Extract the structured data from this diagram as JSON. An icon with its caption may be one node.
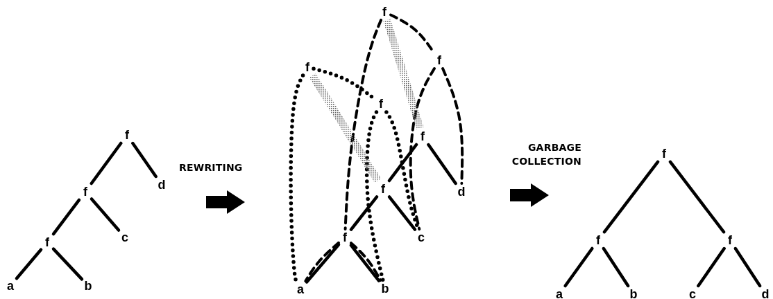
{
  "diagram": {
    "nodes": [
      {
        "text": [
          "f"
        ]
      },
      {
        "text": [
          "f"
        ]
      },
      {
        "text": [
          "d"
        ]
      },
      {
        "text": [
          "f"
        ]
      },
      {
        "text": [
          "c"
        ]
      },
      {
        "text": [
          "a"
        ]
      },
      {
        "text": [
          "b"
        ]
      },
      {
        "text": [
          "f"
        ]
      },
      {
        "text": [
          "f"
        ]
      },
      {
        "text": [
          "f"
        ]
      },
      {
        "text": [
          "f"
        ]
      },
      {
        "text": [
          "f"
        ]
      },
      {
        "text": [
          "f"
        ]
      },
      {
        "text": [
          "d"
        ]
      },
      {
        "text": [
          "f"
        ]
      },
      {
        "text": [
          "c"
        ]
      },
      {
        "text": [
          "a"
        ]
      },
      {
        "text": [
          "b"
        ]
      },
      {
        "text": [
          "f"
        ]
      },
      {
        "text": [
          "f"
        ]
      },
      {
        "text": [
          "f"
        ]
      },
      {
        "text": [
          "a"
        ]
      },
      {
        "text": [
          "b"
        ]
      },
      {
        "text": [
          "c"
        ]
      },
      {
        "text": [
          "d"
        ]
      }
    ],
    "edges": [
      {
        "from": 0,
        "to": 1,
        "arrow": "none"
      },
      {
        "from": 0,
        "to": 2,
        "arrow": "none"
      },
      {
        "from": 1,
        "to": 3,
        "arrow": "none"
      },
      {
        "from": 1,
        "to": 4,
        "arrow": "none"
      },
      {
        "from": 3,
        "to": 5,
        "arrow": "none"
      },
      {
        "from": 3,
        "to": 6,
        "arrow": "none"
      },
      {
        "from": 11,
        "to": 12,
        "arrow": "none"
      },
      {
        "from": 11,
        "to": 13,
        "arrow": "none"
      },
      {
        "from": 12,
        "to": 14,
        "arrow": "none"
      },
      {
        "from": 12,
        "to": 15,
        "arrow": "none"
      },
      {
        "from": 14,
        "to": 16,
        "arrow": "none"
      },
      {
        "from": 14,
        "to": 17,
        "arrow": "none"
      },
      {
        "from": 7,
        "to": 8,
        "arrow": "none",
        "style": "dashed"
      },
      {
        "from": 7,
        "to": 14,
        "arrow": "none",
        "style": "dashed"
      },
      {
        "from": 8,
        "to": 13,
        "arrow": "none",
        "style": "dashed"
      },
      {
        "from": 8,
        "to": 15,
        "arrow": "none",
        "style": "dashed"
      },
      {
        "from": 14,
        "to": 16,
        "arrow": "none",
        "style": "dashed"
      },
      {
        "from": 14,
        "to": 17,
        "arrow": "none",
        "style": "dashed"
      },
      {
        "from": 9,
        "to": 10,
        "arrow": "none",
        "style": "dashed"
      },
      {
        "from": 9,
        "to": 16,
        "arrow": "none",
        "style": "dashed"
      },
      {
        "from": 10,
        "to": 17,
        "arrow": "none",
        "style": "dashed"
      },
      {
        "from": 10,
        "to": 15,
        "arrow": "none",
        "style": "dashed"
      },
      {
        "from": 9,
        "to": 12,
        "arrow": "none",
        "style": "thick",
        "color": "#9a9a9a"
      },
      {
        "from": 7,
        "to": 11,
        "arrow": "none",
        "style": "thick",
        "color": "#9a9a9a"
      },
      {
        "from": 18,
        "to": 19,
        "arrow": "none"
      },
      {
        "from": 18,
        "to": 20,
        "arrow": "none"
      },
      {
        "from": 19,
        "to": 21,
        "arrow": "none"
      },
      {
        "from": 19,
        "to": 22,
        "arrow": "none"
      },
      {
        "from": 20,
        "to": 23,
        "arrow": "none"
      },
      {
        "from": 20,
        "to": 24,
        "arrow": "none"
      }
    ],
    "labels": [
      "REWRITING",
      "GARBAGE COLLECTION"
    ]
  }
}
